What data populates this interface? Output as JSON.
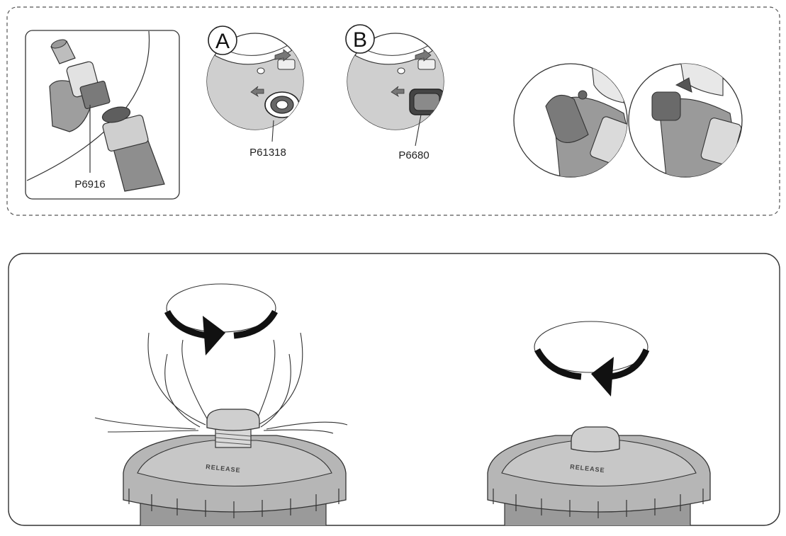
{
  "top_panel": {
    "parts": {
      "adapter": "P6916",
      "strainer_a": "P61318",
      "strainer_b": "P6680"
    },
    "variant_a": "A",
    "variant_b": "B"
  },
  "bottom_panel": {
    "lid_label_left": "RELEASE",
    "lid_label_right": "RELEASE"
  },
  "colors": {
    "line": "#333333",
    "fill_gray": "#b9b9b9",
    "fill_light": "#dcdcdc",
    "fill_dark": "#6f6f6f",
    "arrow": "#111111"
  }
}
